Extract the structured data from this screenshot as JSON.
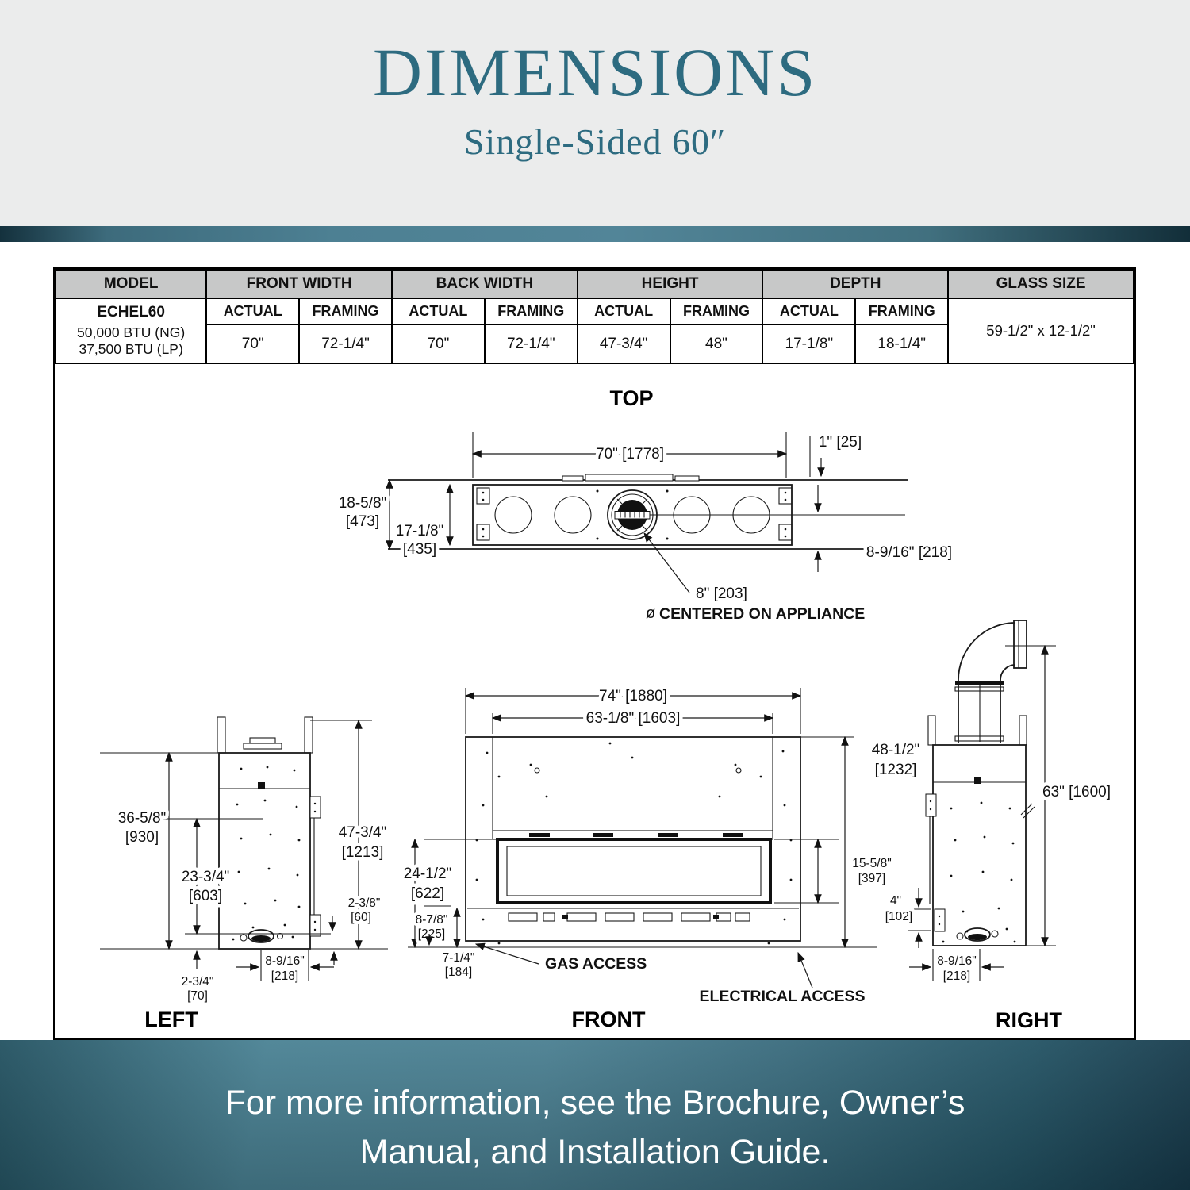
{
  "header": {
    "title": "DIMENSIONS",
    "subtitle": "Single-Sided 60″"
  },
  "table": {
    "col_model": "MODEL",
    "col_front_width": "FRONT WIDTH",
    "col_back_width": "BACK WIDTH",
    "col_height": "HEIGHT",
    "col_depth": "DEPTH",
    "col_glass": "GLASS SIZE",
    "sub_actual": "ACTUAL",
    "sub_framing": "FRAMING",
    "model_name": "ECHEL60",
    "model_btu_ng": "50,000 BTU (NG)",
    "model_btu_lp": "37,500 BTU (LP)",
    "front_actual": "70\"",
    "front_framing": "72-1/4\"",
    "back_actual": "70\"",
    "back_framing": "72-1/4\"",
    "height_actual": "47-3/4\"",
    "height_framing": "48\"",
    "depth_actual": "17-1/8\"",
    "depth_framing": "18-1/4\"",
    "glass_value": "59-1/2\" x 12-1/2\""
  },
  "views": {
    "top": {
      "title": "TOP",
      "dim_width": "70\" [1778]",
      "dim_offset": "1\" [25]",
      "dim_depth_framing_in": "18-5/8\"",
      "dim_depth_framing_mm": "[473]",
      "dim_depth_actual_in": "17-1/8\"",
      "dim_depth_actual_mm": "[435]",
      "dim_rear": "8-9/16\" [218]",
      "dia_symbol": "ø",
      "dim_flue": "8\" [203]",
      "flue_note": "CENTERED ON APPLIANCE"
    },
    "left": {
      "title": "LEFT",
      "dim_height_upper_in": "36-5/8\"",
      "dim_height_upper_mm": "[930]",
      "dim_height_lower_in": "23-3/4\"",
      "dim_height_lower_mm": "[603]",
      "dim_height_total_in": "47-3/4\"",
      "dim_height_total_mm": "[1213]",
      "dim_bracket_in": "2-3/8\"",
      "dim_bracket_mm": "[60]",
      "dim_lip_in": "2-3/4\"",
      "dim_lip_mm": "[70]",
      "dim_base_in": "8-9/16\"",
      "dim_base_mm": "[218]"
    },
    "front": {
      "title": "FRONT",
      "dim_width_outer": "74\" [1880]",
      "dim_width_inner": "63-1/8\" [1603]",
      "dim_height_in": "48-1/2\"",
      "dim_height_mm": "[1232]",
      "dim_left_in": "24-1/2\"",
      "dim_left_mm": "[622]",
      "dim_glass_in": "15-5/8\"",
      "dim_glass_mm": "[397]",
      "dim_base_in": "8-7/8\"",
      "dim_base_mm": "[225]",
      "dim_floor_in": "7-1/4\"",
      "dim_floor_mm": "[184]",
      "gas_label": "GAS ACCESS",
      "electrical_label": "ELECTRICAL ACCESS"
    },
    "right": {
      "title": "RIGHT",
      "dim_height": "63\" [1600]",
      "dim_bracket_in": "4\"",
      "dim_bracket_mm": "[102]",
      "dim_base_in": "8-9/16\"",
      "dim_base_mm": "[218]"
    }
  },
  "footer": {
    "line1": "For more information, see the Brochure, Owner’s",
    "line2": "Manual, and Installation Guide."
  }
}
